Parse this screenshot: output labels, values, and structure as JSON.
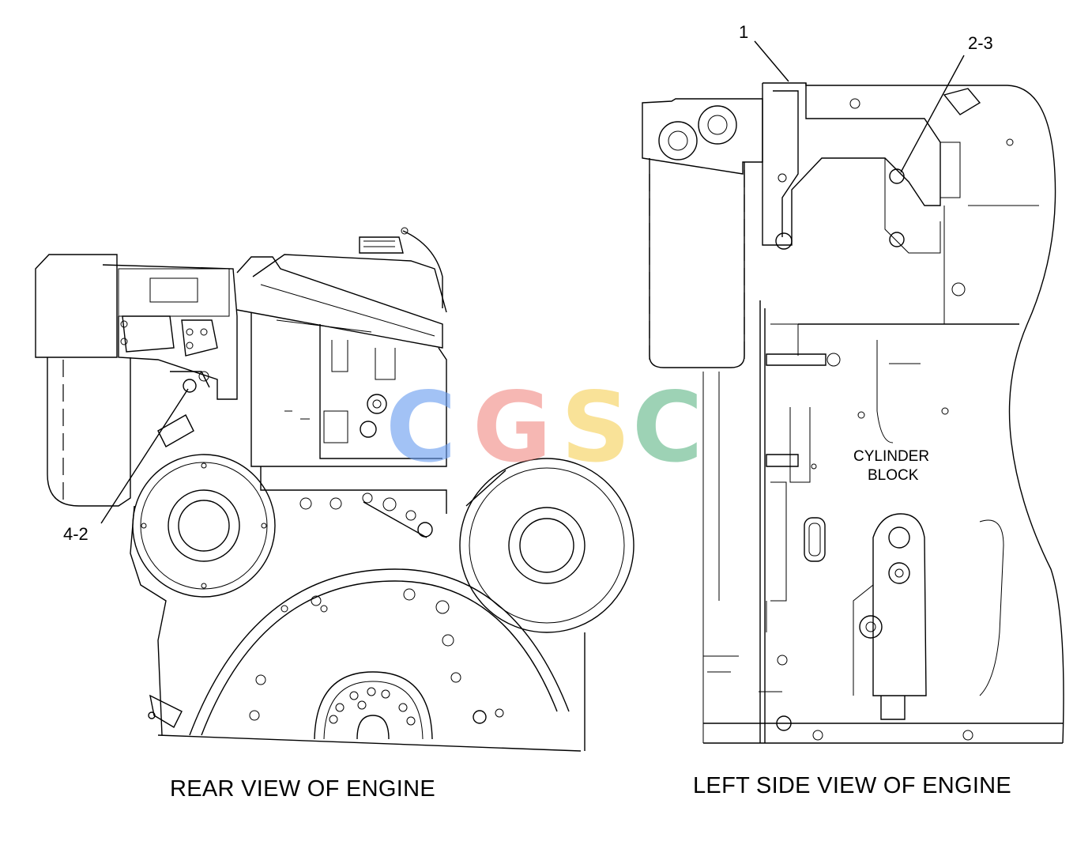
{
  "captions": {
    "rear": "REAR VIEW OF ENGINE",
    "left_side": "LEFT SIDE VIEW OF ENGINE"
  },
  "callouts": {
    "item_1": "1",
    "item_2_3": "2-3",
    "item_4_2": "4-2"
  },
  "inner_labels": {
    "cylinder_line1": "CYLINDER",
    "cylinder_line2": "BLOCK"
  },
  "watermark": {
    "letters": [
      "C",
      "G",
      "S",
      "C"
    ],
    "colors": [
      "#6a9df0",
      "#f28c86",
      "#f6d15a",
      "#62b888"
    ]
  }
}
